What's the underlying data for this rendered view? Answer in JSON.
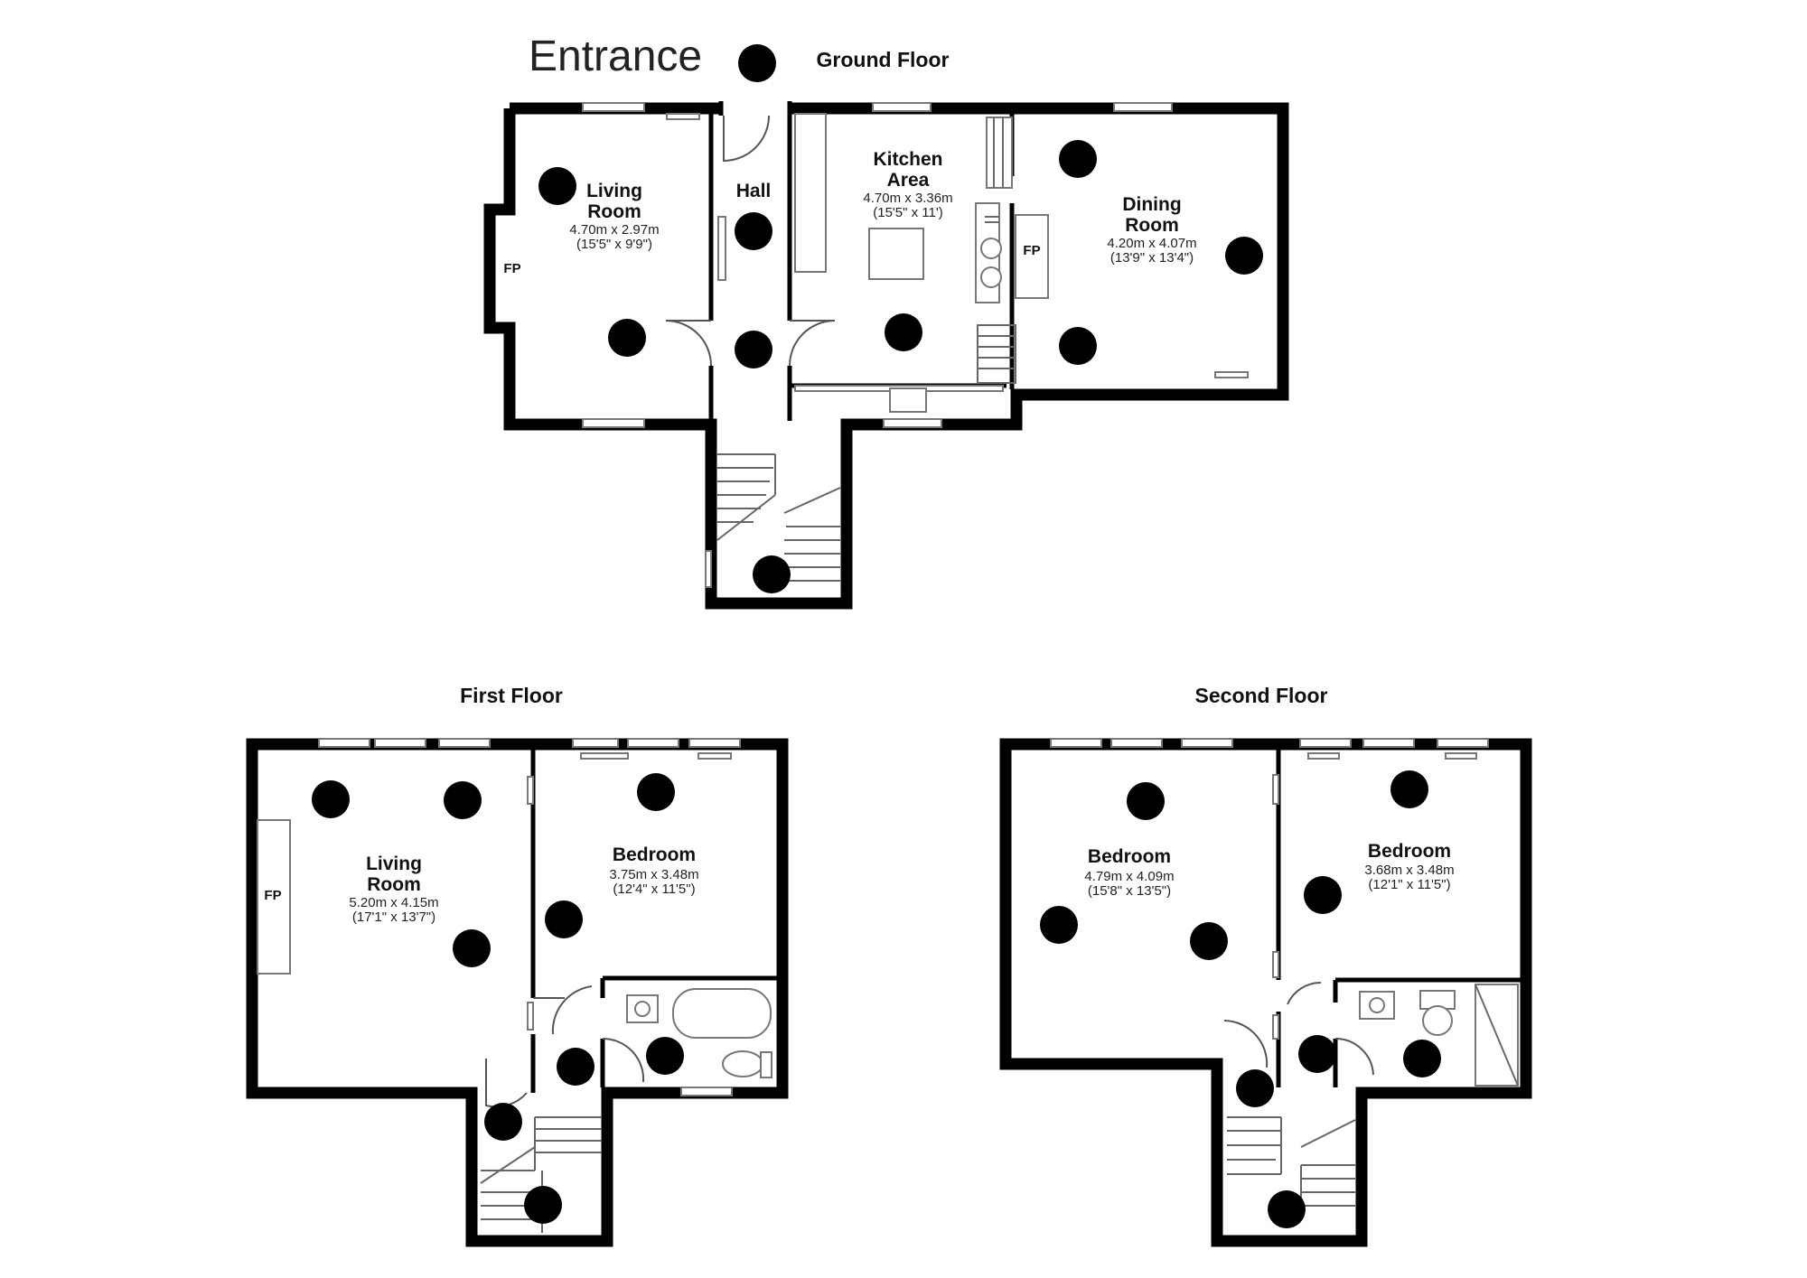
{
  "entrance_label": "Entrance",
  "floors": {
    "ground": {
      "title": "Ground Floor",
      "living_room": {
        "name_1": "Living",
        "name_2": "Room",
        "dim_m": "4.70m x 2.97m",
        "dim_ft": "(15'5\" x 9'9\")"
      },
      "hall": {
        "name": "Hall"
      },
      "kitchen": {
        "name_1": "Kitchen",
        "name_2": "Area",
        "dim_m": "4.70m x 3.36m",
        "dim_ft": "(15'5\" x 11')"
      },
      "dining_room": {
        "name_1": "Dining",
        "name_2": "Room",
        "dim_m": "4.20m x 4.07m",
        "dim_ft": "(13'9\" x 13'4\")"
      },
      "fp_living": "FP",
      "fp_kitchen": "FP"
    },
    "first": {
      "title": "First Floor",
      "living_room": {
        "name_1": "Living",
        "name_2": "Room",
        "dim_m": "5.20m x 4.15m",
        "dim_ft": "(17'1\" x 13'7\")"
      },
      "bedroom": {
        "name": "Bedroom",
        "dim_m": "3.75m x 3.48m",
        "dim_ft": "(12'4\" x 11'5\")"
      },
      "fp": "FP"
    },
    "second": {
      "title": "Second Floor",
      "bedroom_1": {
        "name": "Bedroom",
        "dim_m": "4.79m x 4.09m",
        "dim_ft": "(15'8\" x 13'5\")"
      },
      "bedroom_2": {
        "name": "Bedroom",
        "dim_m": "3.68m x 3.48m",
        "dim_ft": "(12'1\" x 11'5\")"
      }
    }
  }
}
